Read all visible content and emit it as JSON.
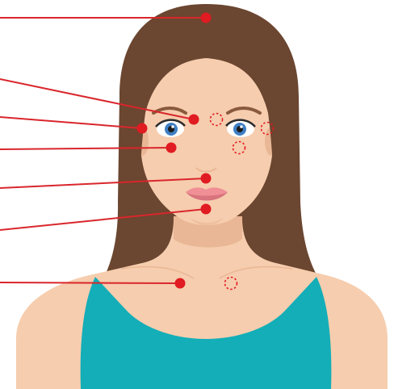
{
  "illustration": {
    "subject": "woman-face-and-neck",
    "colors": {
      "hair": "#6b4630",
      "hair_shadow": "#5a3a27",
      "skin": "#f6cdae",
      "skin_shadow": "#e9b795",
      "shirt": "#14aeb8",
      "lips": "#f08f96",
      "lips_dark": "#d9737d",
      "iris": "#3f7fc4",
      "brow": "#8a5a3c",
      "marker": "#e01b22",
      "marker_line": "#d9262c",
      "dashed_marker": "#e01b22",
      "background": "#ffffff"
    },
    "points": [
      {
        "id": "scalp"
      },
      {
        "id": "brow-center"
      },
      {
        "id": "eye-inner-corner"
      },
      {
        "id": "under-eye"
      },
      {
        "id": "under-nose"
      },
      {
        "id": "chin"
      },
      {
        "id": "collarbone-notch"
      }
    ],
    "mirrored_points": [
      {
        "id": "brow-right"
      },
      {
        "id": "eye-outer-corner-right"
      },
      {
        "id": "cheek-right"
      },
      {
        "id": "collarbone-right"
      }
    ]
  }
}
